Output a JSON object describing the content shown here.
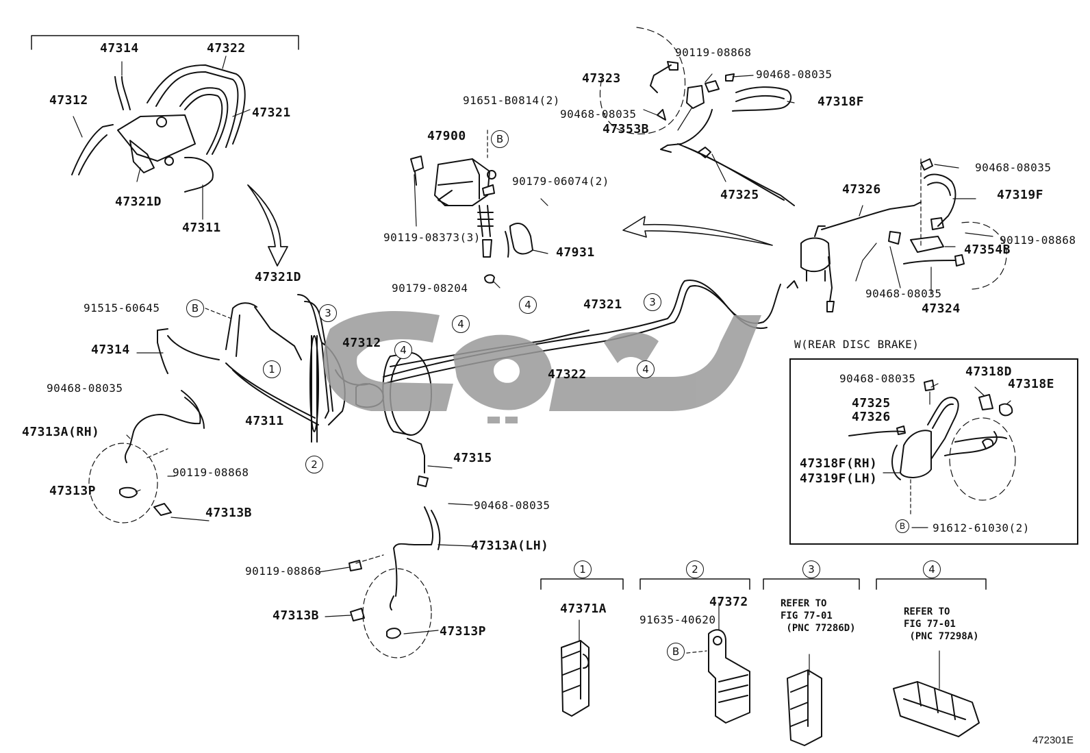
{
  "figure_id": "472301E",
  "labels": {
    "p47314_top": "47314",
    "p47322_top": "47322",
    "p47312_top": "47312",
    "p47321_top": "47321",
    "p47321D_top": "47321D",
    "p47311_top": "47311",
    "p47321D_mid": "47321D",
    "p91515": "91515-60645",
    "p47314_mid": "47314",
    "p90468_a": "90468-08035",
    "p47313A_rh": "47313A(RH)",
    "p90119_a": "90119-08868",
    "p47313P_a": "47313P",
    "p47313B_a": "47313B",
    "p47311_mid": "47311",
    "p47312_mid": "47312",
    "p47315": "47315",
    "p90468_b": "90468-08035",
    "p47313A_lh": "47313A(LH)",
    "p90119_b": "90119-08868",
    "p47313B_b": "47313B",
    "p47313P_b": "47313P",
    "p91651": "91651-B0814(2)",
    "p47900": "47900",
    "p90179_06074": "90179-06074(2)",
    "p90119_08373": "90119-08373(3)",
    "p47931": "47931",
    "p90179_08204": "90179-08204",
    "p47321_mid": "47321",
    "p47322_mid": "47322",
    "p90119_c": "90119-08868",
    "p90468_c": "90468-08035",
    "p47323": "47323",
    "p90468_d": "90468-08035",
    "p47318F": "47318F",
    "p47353B": "47353B",
    "p47325": "47325",
    "p47326": "47326",
    "p90468_e": "90468-08035",
    "p47319F": "47319F",
    "p90119_d": "90119-08868",
    "p47354B": "47354B",
    "p90468_f": "90468-08035",
    "p47324": "47324",
    "rear_disc_title": "W(REAR DISC BRAKE)",
    "box_90468": "90468-08035",
    "box_47318D": "47318D",
    "box_47318E": "47318E",
    "box_47325": "47325",
    "box_47326": "47326",
    "box_47318F": "47318F(RH)",
    "box_47319F": "47319F(LH)",
    "box_91612": "91612-61030(2)",
    "g1_part": "47371A",
    "g2_part": "47372",
    "g2_bolt": "91635-40620",
    "g3_note": "REFER TO\nFIG 77-01\n (PNC 77286D)",
    "g4_note": "REFER TO\nFIG 77-01\n (PNC 77298A)"
  },
  "marks": {
    "one": "1",
    "two": "2",
    "three": "3",
    "four": "4",
    "b": "B"
  }
}
